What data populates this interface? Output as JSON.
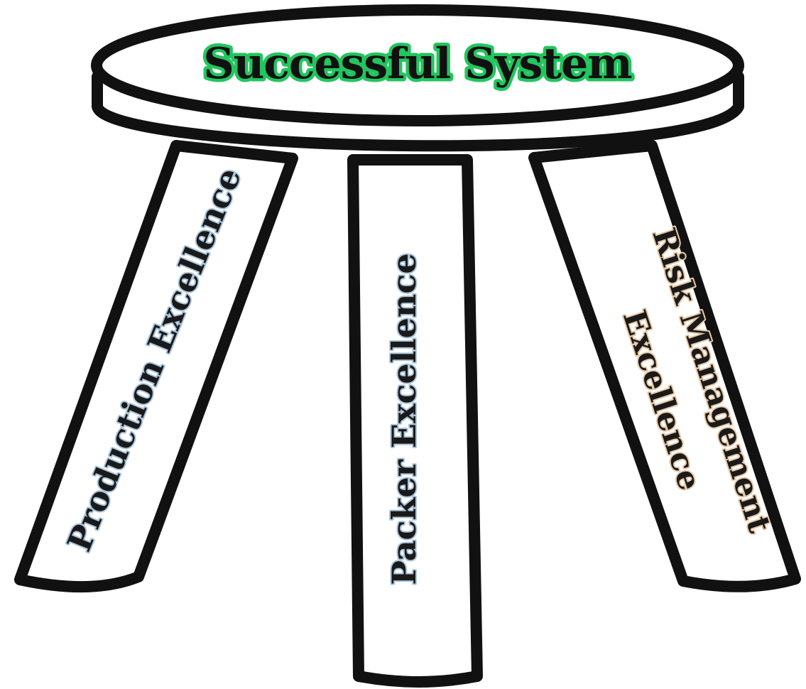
{
  "seat": {
    "label": "Successful System"
  },
  "legs": {
    "left": {
      "label": "Production Excellence"
    },
    "middle": {
      "label": "Packer Excellence"
    },
    "right": {
      "line1": "Risk Management",
      "line2": "Excellence"
    }
  },
  "colors": {
    "outline": "#111111",
    "fill": "#ffffff",
    "title_glow": "#22c55e",
    "leg_glow_blue": "#a9c3da",
    "leg_glow_tan": "#e6c9a8"
  }
}
